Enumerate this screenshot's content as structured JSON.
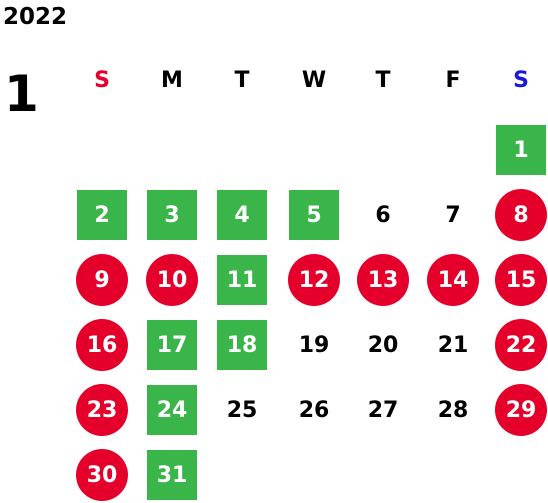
{
  "year": "2022",
  "month": "1",
  "colors": {
    "sunday": "#e4002b",
    "saturday": "#1a1ad6",
    "holiday_green": "#3ab54a",
    "holiday_red": "#e4002b",
    "text": "#000000"
  },
  "weekdays": [
    "S",
    "M",
    "T",
    "W",
    "T",
    "F",
    "S"
  ],
  "days": [
    {
      "day": "1",
      "style": "green"
    },
    {
      "day": "2",
      "style": "green"
    },
    {
      "day": "3",
      "style": "green"
    },
    {
      "day": "4",
      "style": "green"
    },
    {
      "day": "5",
      "style": "green"
    },
    {
      "day": "6",
      "style": "plain"
    },
    {
      "day": "7",
      "style": "plain"
    },
    {
      "day": "8",
      "style": "red"
    },
    {
      "day": "9",
      "style": "red"
    },
    {
      "day": "10",
      "style": "red"
    },
    {
      "day": "11",
      "style": "green"
    },
    {
      "day": "12",
      "style": "red"
    },
    {
      "day": "13",
      "style": "red"
    },
    {
      "day": "14",
      "style": "red"
    },
    {
      "day": "15",
      "style": "red"
    },
    {
      "day": "16",
      "style": "red"
    },
    {
      "day": "17",
      "style": "green"
    },
    {
      "day": "18",
      "style": "green"
    },
    {
      "day": "19",
      "style": "plain"
    },
    {
      "day": "20",
      "style": "plain"
    },
    {
      "day": "21",
      "style": "plain"
    },
    {
      "day": "22",
      "style": "red"
    },
    {
      "day": "23",
      "style": "red"
    },
    {
      "day": "24",
      "style": "green"
    },
    {
      "day": "25",
      "style": "plain"
    },
    {
      "day": "26",
      "style": "plain"
    },
    {
      "day": "27",
      "style": "plain"
    },
    {
      "day": "28",
      "style": "plain"
    },
    {
      "day": "29",
      "style": "red"
    },
    {
      "day": "30",
      "style": "red"
    },
    {
      "day": "31",
      "style": "green"
    }
  ]
}
